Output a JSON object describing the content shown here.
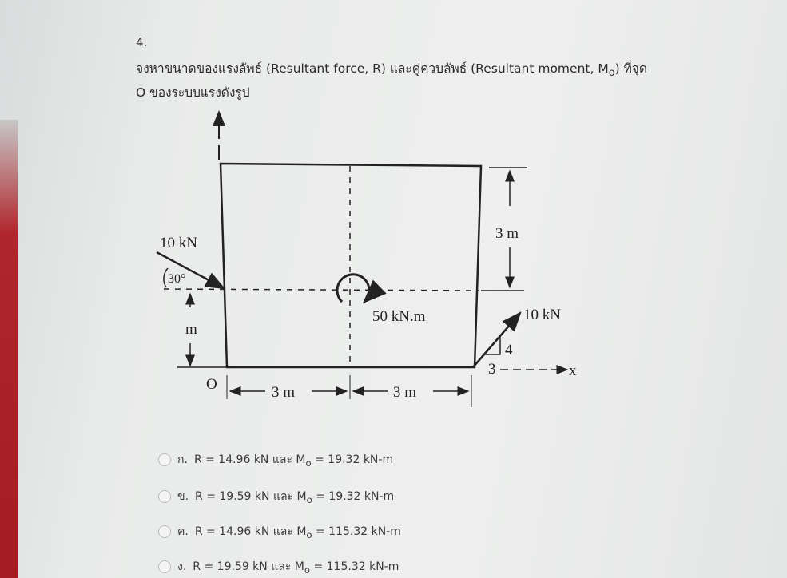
{
  "question": {
    "number": "4.",
    "text": "จงหาขนาดของแรงลัพธ์ (Resultant force, R) และคู่ควบลัพธ์ (Resultant moment, M",
    "subscript": "o",
    "text_end": ") ที่จุด O ของระบบแรงดังรูป"
  },
  "diagram": {
    "force_left": "10 kN",
    "angle": "30°",
    "dim_left": "m",
    "origin": "O",
    "dim_bottom_1": "3 m",
    "dim_bottom_2": "3 m",
    "moment": "50 kN.m",
    "dim_right": "3 m",
    "force_right": "10 kN",
    "slope_rise": "4",
    "slope_run": "3",
    "x_axis": "x"
  },
  "options": [
    {
      "letter": "ก.",
      "text": "R = 14.96 kN และ M",
      "sub": "o",
      "value": " = 19.32 kN-m"
    },
    {
      "letter": "ข.",
      "text": "R = 19.59 kN และ M",
      "sub": "o",
      "value": " = 19.32 kN-m"
    },
    {
      "letter": "ค.",
      "text": "R = 14.96 kN และ M",
      "sub": "o",
      "value": " = 115.32 kN-m"
    },
    {
      "letter": "ง.",
      "text": "R = 19.59 kN และ M",
      "sub": "o",
      "value": " = 115.32 kN-m"
    }
  ]
}
